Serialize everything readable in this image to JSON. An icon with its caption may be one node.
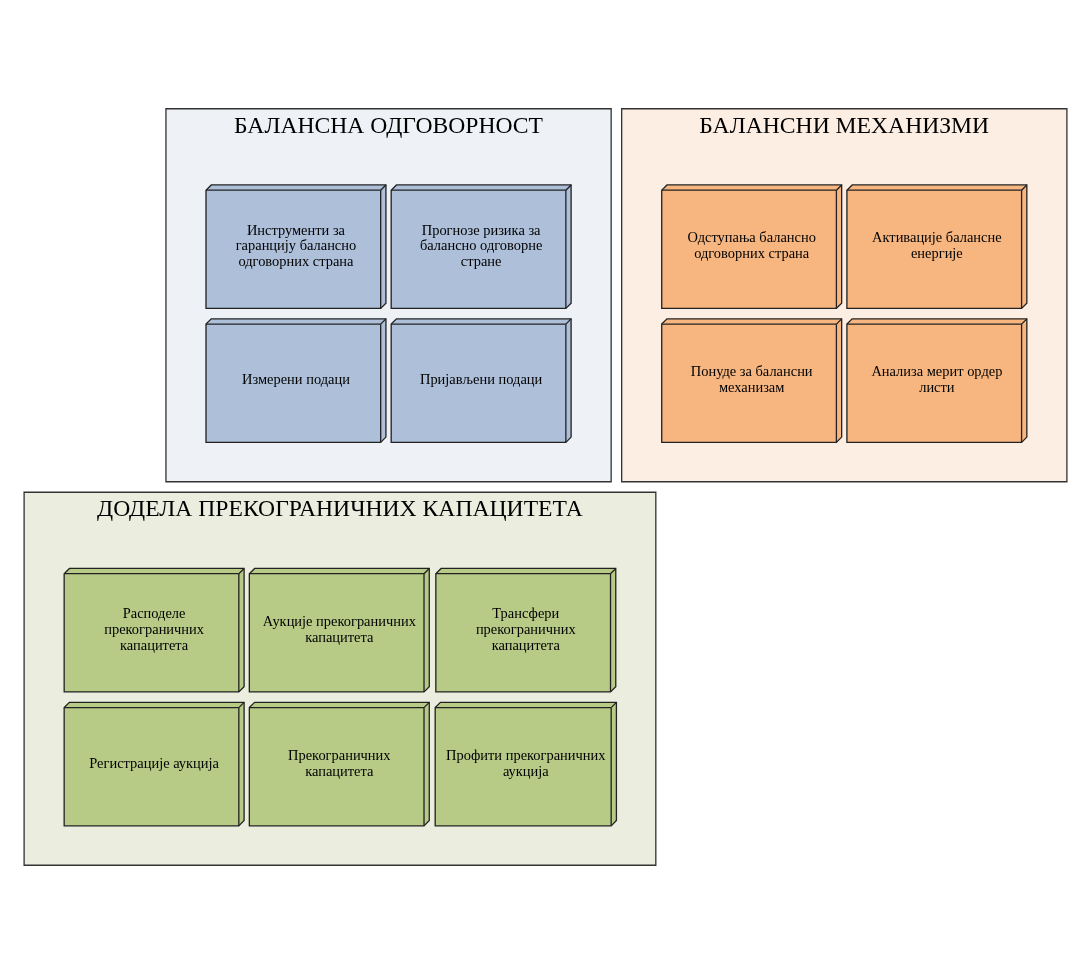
{
  "diagram": {
    "nodes": [
      {
        "text": [
          "БАЛАНСНА ОДГОВОРНОСТ"
        ]
      },
      {
        "text": [
          "Прогнозе ризика за балансно одговорне стране"
        ],
        "in": 0
      },
      {
        "text": [
          "Инструменти за гаранцију балансно одговорних страна"
        ],
        "in": 0
      },
      {
        "text": [
          "Пријављени подаци"
        ],
        "in": 0
      },
      {
        "text": [
          "Измерени подаци"
        ],
        "in": 0
      },
      {
        "text": [
          "БАЛАНСНИ МЕХАНИЗМИ"
        ]
      },
      {
        "text": [
          "Активације балансне енергије"
        ],
        "in": 5
      },
      {
        "text": [
          "Одступања балансно одговорних страна"
        ],
        "in": 5
      },
      {
        "text": [
          "Анализа мерит ордер листи"
        ],
        "in": 5
      },
      {
        "text": [
          "Понуде за балансни механизам"
        ],
        "in": 5
      },
      {
        "text": [
          "ДОДЕЛА ПРЕКОГРАНИЧНИХ КАПАЦИТЕТА"
        ]
      },
      {
        "text": [
          "Аукције прекограничних капацитета"
        ],
        "in": 10
      },
      {
        "text": [
          "Расподеле прекограничних капацитета"
        ],
        "in": 10
      },
      {
        "text": [
          "Трансфери прекограничних капацитета"
        ],
        "in": 10
      },
      {
        "text": [
          "Прекограничних капацитета"
        ],
        "in": 10
      },
      {
        "text": [
          "Регистрације аукција"
        ],
        "in": 10
      },
      {
        "text": [
          "Профити прекограничних аукција"
        ],
        "in": 10
      }
    ],
    "edges": []
  }
}
